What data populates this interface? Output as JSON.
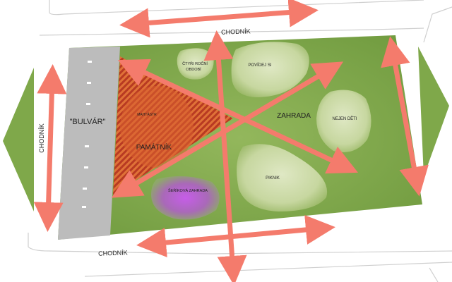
{
  "labels": {
    "sidewalk_top": "CHODNÍK",
    "sidewalk_bottom": "CHODNÍK",
    "sidewalk_left": "CHODNÍK",
    "boulevard": "\"BULVÁR\"",
    "memorial": "PAMÁTNÍK",
    "memorial_small": "MAHTÁSTR",
    "seasons_line1": "ČTYŘI ROČNÍ",
    "seasons_line2": "OBDOBÍ",
    "storytelling": "POVÍDEJ SI",
    "garden": "ZAHRADA",
    "not_only_kids": "NEJEN DĚTI",
    "picnic": "PIKNIK",
    "lilac_garden": "ŠEŘÍKOVÁ ZAHRADA"
  },
  "colors": {
    "lawn": "#7fa84a",
    "zone": "#c3d59a",
    "boulevard": "#bcbcbc",
    "arrow": "#f47b6c",
    "hatch": "#d2482c",
    "lilac": "#b24fd6",
    "outline": "#c8c8c8"
  }
}
